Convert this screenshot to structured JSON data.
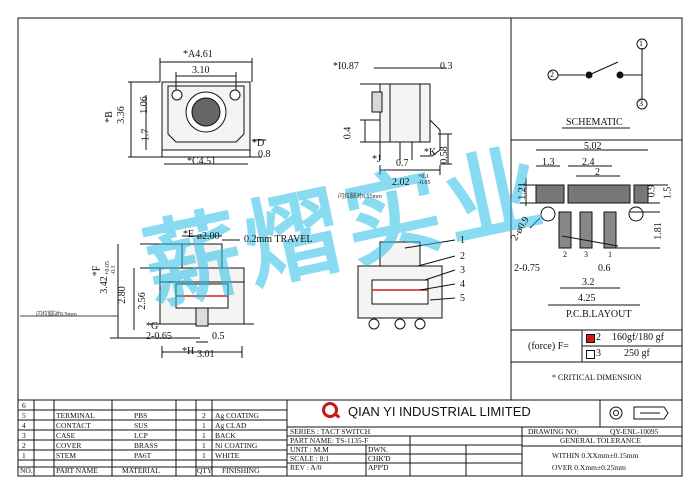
{
  "top_view": {
    "A": "*A4.61",
    "A_inner": "3.10",
    "B": "*B",
    "B_val": "3.36",
    "h1": "1.06",
    "h2": "1.7",
    "D": "*D",
    "D_val": "0.8",
    "C": "*C4.51"
  },
  "side_view": {
    "I": "*I0.87",
    "top_right": "0.3",
    "left_04": "0.4",
    "J": "*J",
    "J_val": "0.7",
    "K": "*K",
    "K_val": "0.58",
    "bottom": "2.02",
    "bottom_tol": "+0.1\n-0.05",
    "note": "闪拉脚对8.55mm"
  },
  "front_view": {
    "E": "*E",
    "E_val": "ø2.00",
    "travel": "0.2mm TRAVEL",
    "F": "*F",
    "F_val": "3.42",
    "F_tol": "+0.05\n-0.1",
    "left_280": "2.80",
    "left_256": "2.56",
    "G": "*G",
    "G_val": "2-0.65",
    "pin_05": "0.5",
    "H": "*H",
    "H_val": "3.01",
    "note": "闪拉脚对8.9mm"
  },
  "parts_callouts": [
    "1",
    "2",
    "3",
    "4",
    "5"
  ],
  "schematic": {
    "title": "SCHEMATIC",
    "pins": [
      "2",
      "1",
      "3"
    ]
  },
  "pcb": {
    "title": "P.C.B.LAYOUT",
    "w502": "5.02",
    "w13": "1.3",
    "w24": "2.4",
    "w2": "2",
    "h121": "1.21",
    "h09": "0.9",
    "h15": "1.5",
    "d209": "2-ø0.9",
    "h181": "1.81",
    "w075": "2-0.75",
    "w32": "3.2",
    "w06": "0.6",
    "w425": "4.25",
    "pins": [
      "2",
      "3",
      "1"
    ]
  },
  "force": {
    "label": "(force) F=",
    "rows": [
      {
        "num": "2",
        "value": "160gf/180 gf",
        "color": "#d01818"
      },
      {
        "num": "3",
        "value": "250 gf",
        "color": "#ffffff"
      }
    ]
  },
  "critical": "* CRITICAL  DIMENSION",
  "company": "QIAN  YI  INDUSTRIAL  LIMITED",
  "bom": {
    "rows": [
      {
        "no": "6",
        "name": "",
        "material": "",
        "qty": "",
        "finishing": ""
      },
      {
        "no": "5",
        "name": "TERMINAL",
        "material": "PBS",
        "qty": "2",
        "finishing": "Ag COATING"
      },
      {
        "no": "4",
        "name": "CONTACT",
        "material": "SUS",
        "qty": "1",
        "finishing": "Ag CLAD"
      },
      {
        "no": "3",
        "name": "CASE",
        "material": "LCP",
        "qty": "1",
        "finishing": "BACK"
      },
      {
        "no": "2",
        "name": "COVER",
        "material": "BRASS",
        "qty": "1",
        "finishing": "Ni COATING"
      },
      {
        "no": "1",
        "name": "STEM",
        "material": "PA6T",
        "qty": "1",
        "finishing": "WHITE"
      }
    ],
    "header": {
      "no": "NO.",
      "name": "PART NAME",
      "material": "MATERIAL",
      "qty": "QTY",
      "finishing": "FINISHING"
    }
  },
  "title_block": {
    "series": "SERIES : TACT SWITCH",
    "part_name": "PART NAME: TS-1135-F",
    "unit": "UNIT : M.M",
    "scale": "SCALE : 8:1",
    "rev": "REV : A/0",
    "dwn": "DWN.",
    "chkd": "CHK'D",
    "appd": "APP'D",
    "drawing_no_label": "DRAWING NO:",
    "drawing_no": "QY-ENL-10095",
    "tol_title": "GENERAL TOLERANCE",
    "tol1": "WITHIN 0.XXmm±0.15mm",
    "tol2": "OVER   0.Xmm±0.25mm"
  },
  "watermark": "薪熠实业"
}
